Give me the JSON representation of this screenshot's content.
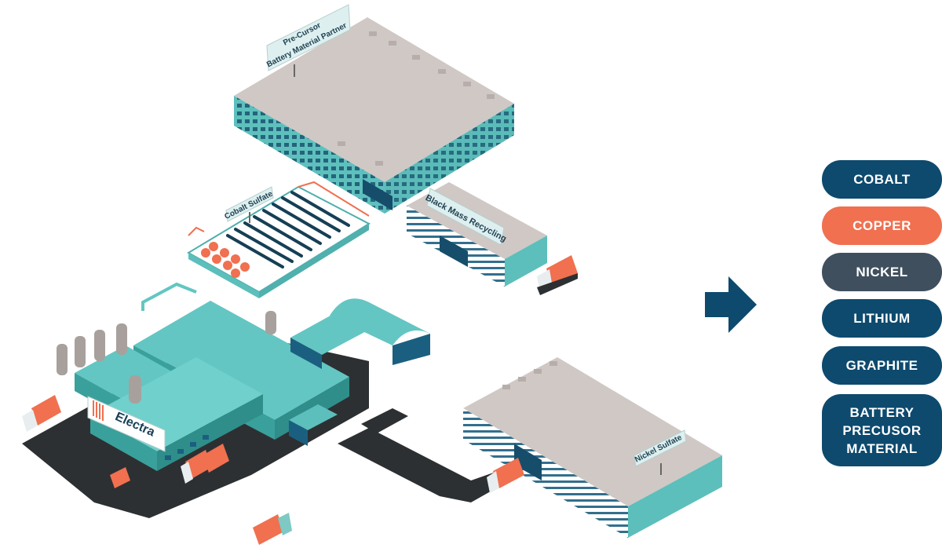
{
  "signs": {
    "precursor_line1": "Pre-Cursor",
    "precursor_line2": "Battery Material Partner",
    "cobalt_sulfate": "Cobalt Sulfate",
    "black_mass": "Black Mass Recycling",
    "nickel_sulfate": "Nickel Sulfate",
    "electra": "Electra"
  },
  "materials": [
    {
      "label": "COBALT",
      "color": "#0d4a6e"
    },
    {
      "label": "COPPER",
      "color": "#f07050"
    },
    {
      "label": "NICKEL",
      "color": "#3f4f5e"
    },
    {
      "label": "LITHIUM",
      "color": "#0d4a6e"
    },
    {
      "label": "GRAPHITE",
      "color": "#0d4a6e"
    },
    {
      "label": "BATTERY PRECUSOR MATERIAL",
      "color": "#0d4a6e"
    }
  ],
  "colors": {
    "teal": "#63c6c2",
    "teal_dark": "#3aa09c",
    "navy": "#0d4a6e",
    "roof": "#cfc7c4",
    "asphalt": "#2d3032",
    "orange": "#f07050"
  },
  "icons": {
    "flow_arrow": "right-arrow-icon"
  }
}
